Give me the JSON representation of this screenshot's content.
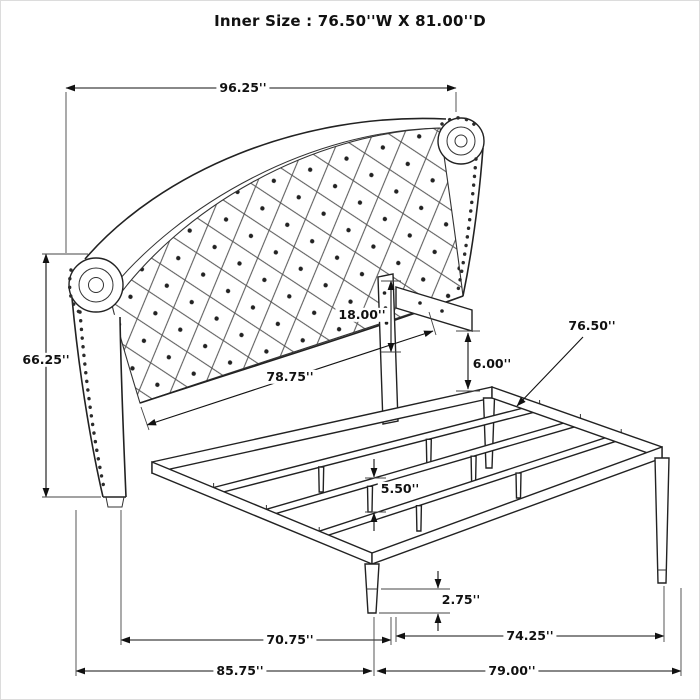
{
  "title": "Inner Size : 76.50''W X 81.00''D",
  "colors": {
    "line": "#222222",
    "background": "#ffffff"
  },
  "dimensions": {
    "headboard_width": "96.25''",
    "headboard_height": "66.25''",
    "headboard_post_height": "18.00''",
    "inner_headboard_width": "78.75''",
    "bracket_drop": "6.00''",
    "slat_length": "76.50''",
    "support_height": "5.50''",
    "foot_height": "2.75''",
    "inner_length_left": "70.75''",
    "inner_length_right": "74.25''",
    "overall_depth_left": "85.75''",
    "overall_width_right": "79.00''"
  }
}
